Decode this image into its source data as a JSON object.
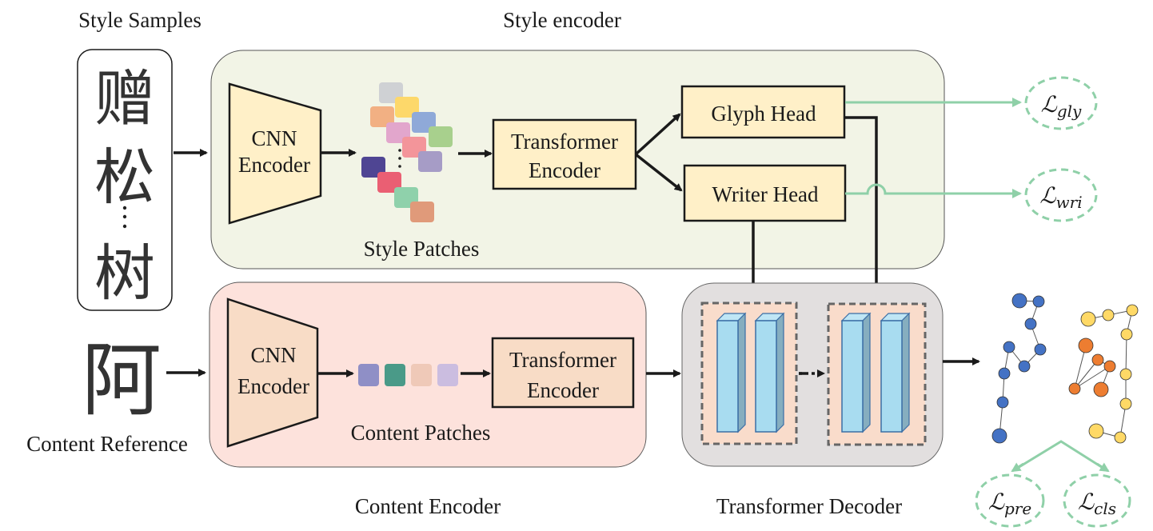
{
  "labels": {
    "style_samples": "Style Samples",
    "style_encoder": "Style encoder",
    "style_patches": "Style Patches",
    "content_reference": "Content Reference",
    "content_patches": "Content Patches",
    "content_encoder": "Content Encoder",
    "transformer_decoder": "Transformer Decoder"
  },
  "style_branch": {
    "cnn_line1": "CNN",
    "cnn_line2": "Encoder",
    "transformer_line1": "Transformer",
    "transformer_line2": "Encoder",
    "glyph_head": "Glyph Head",
    "writer_head": "Writer Head"
  },
  "content_branch": {
    "cnn_line1": "CNN",
    "cnn_line2": "Encoder",
    "transformer_line1": "Transformer",
    "transformer_line2": "Encoder"
  },
  "losses": {
    "gly": {
      "symbol": "ℒ",
      "sub": "gly"
    },
    "wri": {
      "symbol": "ℒ",
      "sub": "wri"
    },
    "pre": {
      "symbol": "ℒ",
      "sub": "pre"
    },
    "cls": {
      "symbol": "ℒ",
      "sub": "cls"
    }
  },
  "style_sample_chars": [
    "赠",
    "松",
    "⋮",
    "树"
  ],
  "content_char": "阿",
  "colors": {
    "style_panel": "#f2f4e6",
    "content_panel": "#fde2dc",
    "decoder_panel": "#e2dfdf",
    "box_yellow": "#fff0c8",
    "box_peach": "#f8dcc6",
    "loss_green": "#8fd0a8",
    "bar_blue": "#a8dcf0",
    "node_blue": "#4472c4",
    "node_orange": "#ed7d31",
    "node_yellow": "#ffd966"
  },
  "style_patch_colors": [
    "#cfd1d4",
    "#fdd86a",
    "#f2b083",
    "#8fa9d8",
    "#e2a6cc",
    "#a8d08d",
    "#f3959a",
    "#a69cc6",
    "#4f4593",
    "#ea5f73",
    "#8fd1ab",
    "#e09a7a"
  ],
  "content_patch_colors": [
    "#8f8fc6",
    "#4a9a88",
    "#efc9b8",
    "#cbbde0"
  ]
}
